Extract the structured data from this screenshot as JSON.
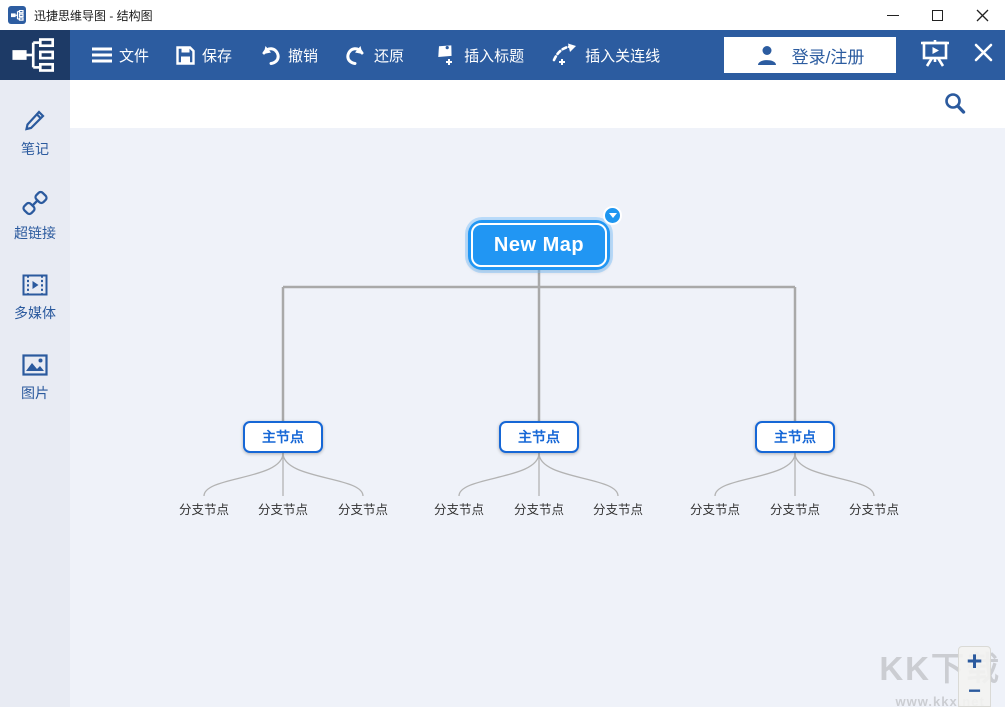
{
  "window": {
    "title": "迅捷思维导图 - 结构图"
  },
  "toolbar": {
    "items": [
      {
        "label": "文件",
        "icon": "menu-icon"
      },
      {
        "label": "保存",
        "icon": "save-icon"
      },
      {
        "label": "撤销",
        "icon": "undo-icon"
      },
      {
        "label": "还原",
        "icon": "redo-icon"
      },
      {
        "label": "插入标题",
        "icon": "tag-plus-icon"
      },
      {
        "label": "插入关连线",
        "icon": "relation-line-plus-icon"
      }
    ],
    "login_label": "登录/注册"
  },
  "sidebar": {
    "items": [
      {
        "label": "笔记",
        "icon": "pencil-icon"
      },
      {
        "label": "超链接",
        "icon": "link-icon"
      },
      {
        "label": "多媒体",
        "icon": "media-icon"
      },
      {
        "label": "图片",
        "icon": "image-icon"
      }
    ]
  },
  "mindmap": {
    "root_label": "New Map",
    "main_nodes": [
      "主节点",
      "主节点",
      "主节点"
    ],
    "branch_nodes": [
      "分支节点",
      "分支节点",
      "分支节点",
      "分支节点",
      "分支节点",
      "分支节点",
      "分支节点",
      "分支节点",
      "分支节点"
    ]
  },
  "zoom_controls": {
    "zoom_in": "+",
    "zoom_out": "−"
  },
  "watermark": {
    "title": "KK下载",
    "url": "www.kkx.net"
  },
  "colors": {
    "toolbar_blue": "#2c5ca0",
    "logo_navy": "#1d3a66",
    "root_node_blue": "#2196f3",
    "main_node_border_blue": "#1667d6",
    "sidebar_icon_blue": "#2b5a9e",
    "connector_gray": "#a9a9a9",
    "canvas_bg": "#eff2f9",
    "sidebar_bg": "#e8ebf3"
  }
}
